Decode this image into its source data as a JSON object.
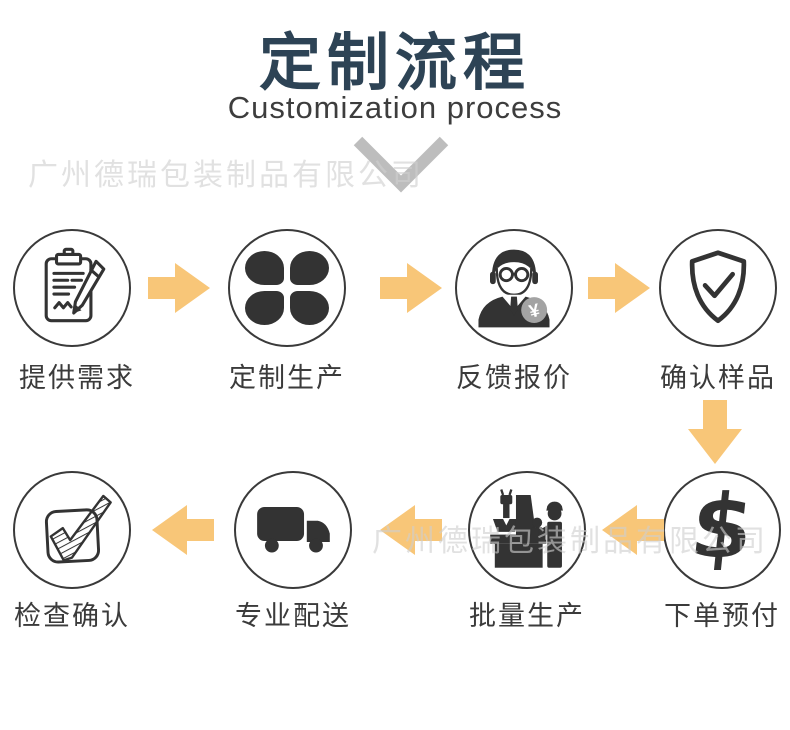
{
  "header": {
    "title": "定制流程",
    "subtitle": "Customization process"
  },
  "watermark": {
    "text": "广州德瑞包装制品有限公司"
  },
  "steps": [
    {
      "label": "提供需求",
      "icon": "clipboard-pen-icon"
    },
    {
      "label": "定制生产",
      "icon": "clover-icon"
    },
    {
      "label": "反馈报价",
      "icon": "businessman-quote-icon"
    },
    {
      "label": "确认样品",
      "icon": "shield-check-icon"
    },
    {
      "label": "下单预付",
      "icon": "dollar-icon"
    },
    {
      "label": "批量生产",
      "icon": "factory-icon"
    },
    {
      "label": "专业配送",
      "icon": "truck-icon"
    },
    {
      "label": "检查确认",
      "icon": "checkbox-check-icon"
    }
  ],
  "badge": {
    "currency_symbol": "¥",
    "dollar_symbol": "$"
  },
  "colors": {
    "title_navy": "#2d4355",
    "arrow_orange": "#f8c678",
    "icon_dark": "#333333",
    "chevron_gray": "#bdbdbd",
    "watermark_gray": "#e0e0e0"
  }
}
